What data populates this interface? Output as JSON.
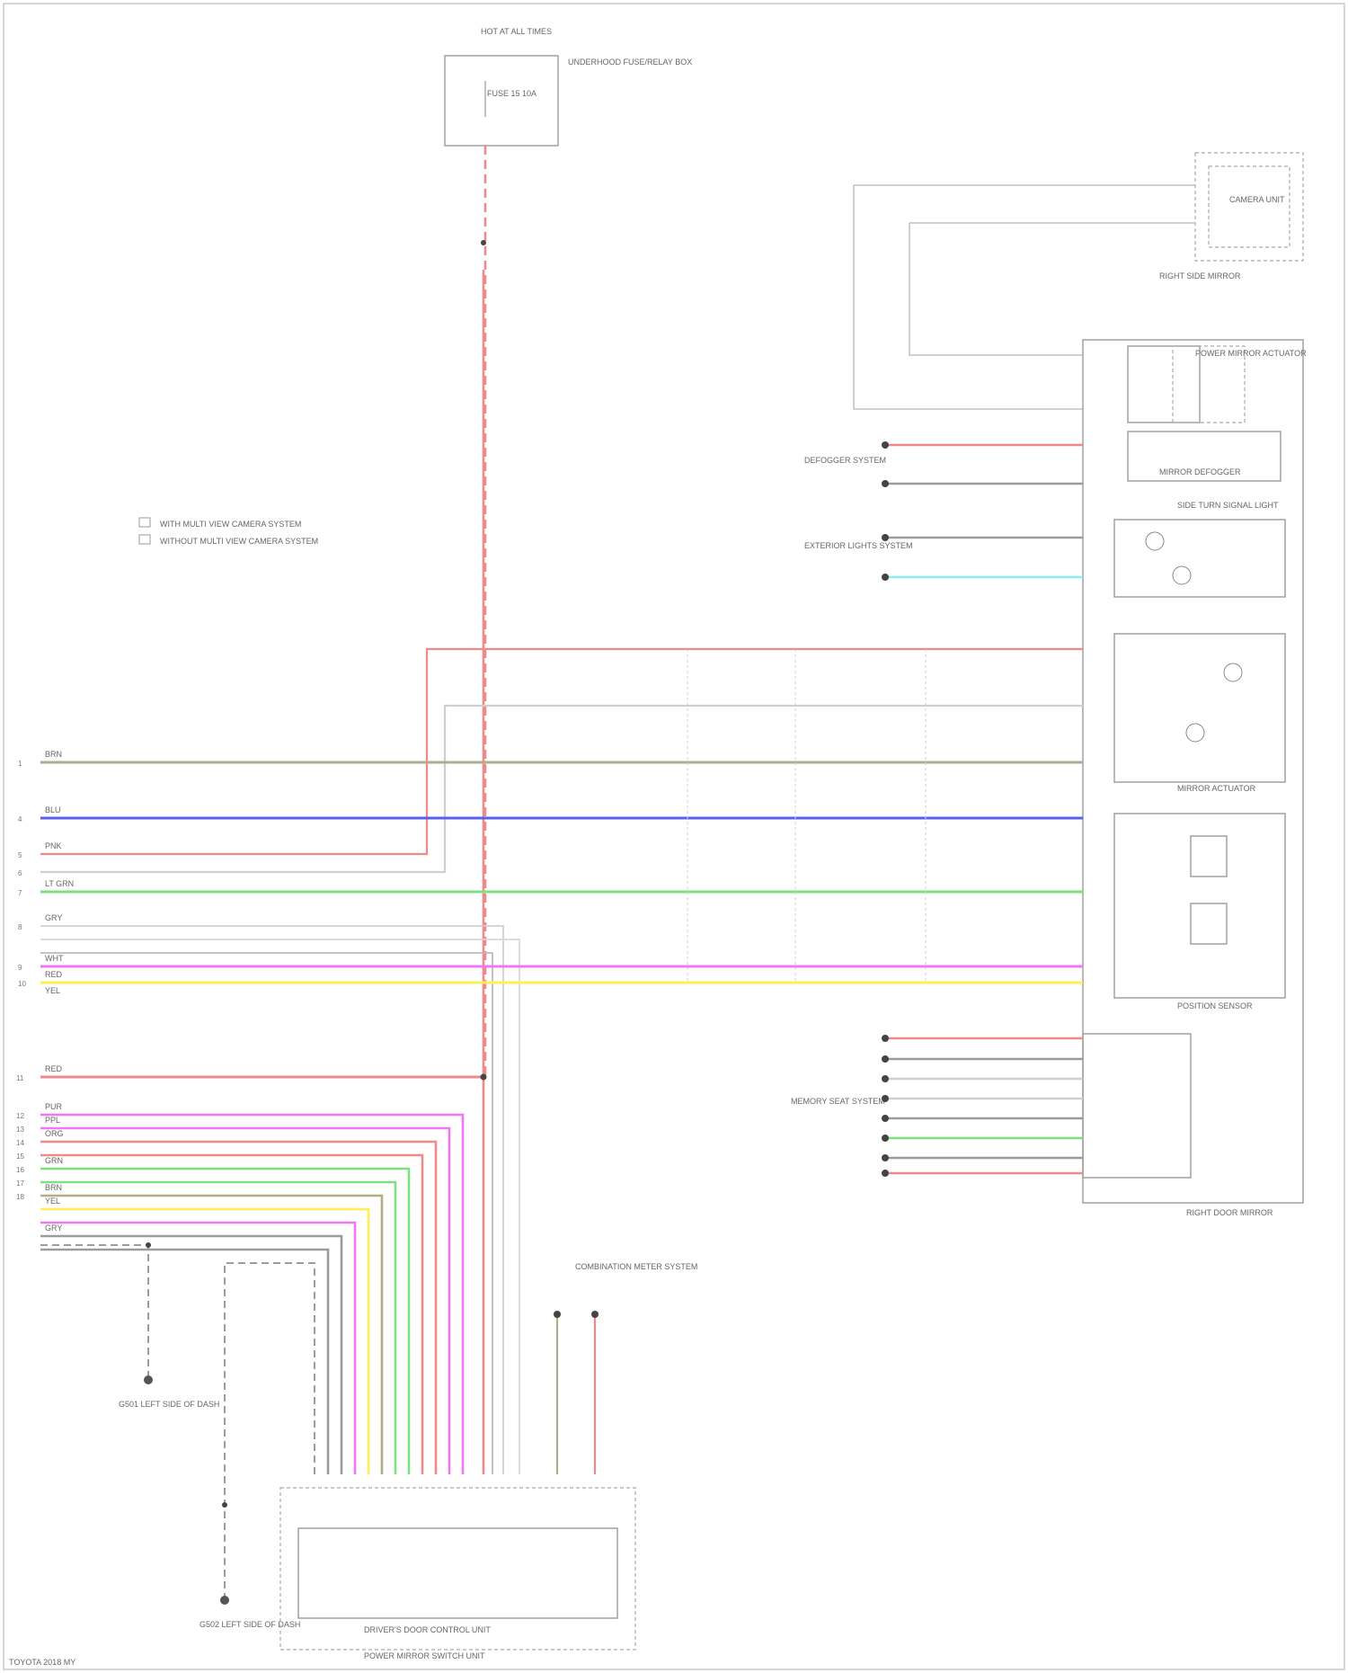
{
  "fuse": {
    "label": "HOT AT ALL TIMES",
    "note": "UNDERHOOD FUSE/RELAY BOX",
    "fuse_name": "FUSE 15 10A"
  },
  "legend": {
    "line1": "WITH MULTI VIEW CAMERA SYSTEM",
    "line2": "WITHOUT MULTI VIEW CAMERA SYSTEM"
  },
  "components": {
    "camera_unit": "CAMERA UNIT",
    "camera_sub": "RIGHT SIDE MIRROR",
    "power_mirror_actuator": "POWER MIRROR ACTUATOR",
    "defogger_label": "MIRROR DEFOGGER",
    "defogger_system": "DEFOGGER SYSTEM",
    "turn_light_label": "SIDE TURN SIGNAL LIGHT",
    "exterior_lights": "EXTERIOR LIGHTS SYSTEM",
    "mirror_actuator": "MIRROR ACTUATOR",
    "position_sensor": "POSITION SENSOR",
    "right_mirror": "RIGHT DOOR MIRROR",
    "memory_system": "MEMORY SEAT SYSTEM",
    "control_unit": "DRIVER'S DOOR CONTROL UNIT",
    "control_sub": "POWER MIRROR SWITCH UNIT",
    "combination_switch": "COMBINATION METER SYSTEM",
    "ground1": "G501 LEFT SIDE OF DASH",
    "ground2": "G502 LEFT SIDE OF DASH",
    "footer": "TOYOTA 2018 MY"
  },
  "connector_numbers": [
    "1",
    "4",
    "5",
    "6",
    "7",
    "8",
    "9",
    "10",
    "11",
    "12",
    "13",
    "14",
    "15",
    "16",
    "17",
    "18"
  ],
  "wire_labels": {
    "yel_grn": "BRN",
    "blu": "BLU",
    "pnk": "PNK",
    "lt_grn": "LT GRN",
    "grn": "GRY",
    "wht": "WHT",
    "red_top": "RED",
    "wht2": "YEL",
    "red": "RED",
    "pur": "PUR",
    "ppl": "PPL",
    "org": "ORG",
    "lt_grn2": "GRN",
    "brn": "BRN",
    "yel": "YEL",
    "gry": "GRY"
  },
  "colors": {
    "red": "#f08a8a",
    "blue": "#5a5ff0",
    "green": "#7fe07f",
    "olive": "#b0ad88",
    "magenta": "#ef77ef",
    "yellow": "#ffee55",
    "cyan": "#8ceef0",
    "gray": "#9c9c9c",
    "lightgray": "#cfcfcf"
  }
}
